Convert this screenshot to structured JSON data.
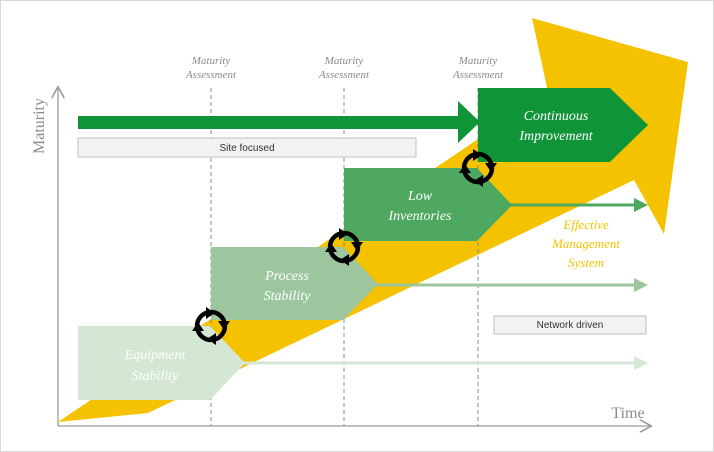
{
  "axes": {
    "y_label": "Maturity",
    "x_label": "Time"
  },
  "assessments": [
    {
      "line1": "Maturity",
      "line2": "Assessment"
    },
    {
      "line1": "Maturity",
      "line2": "Assessment"
    },
    {
      "line1": "Maturity",
      "line2": "Assessment"
    }
  ],
  "stages": [
    {
      "line1": "Equipment",
      "line2": "Stability",
      "color": "#d4e6d4"
    },
    {
      "line1": "Process",
      "line2": "Stability",
      "color": "#9ec69e"
    },
    {
      "line1": "Low",
      "line2": "Inventories",
      "color": "#4ea860"
    },
    {
      "line1": "Continuous",
      "line2": "Improvement",
      "color": "#109438"
    }
  ],
  "effective_system": {
    "line1": "Effective",
    "line2": "Management",
    "line3": "System",
    "color": "#f5c200"
  },
  "tags": {
    "site_focused": "Site focused",
    "network_driven": "Network driven"
  },
  "colors": {
    "big_arrow": "#f5c200",
    "axis": "#9a9a9a",
    "cycle_icon": "#000000"
  }
}
